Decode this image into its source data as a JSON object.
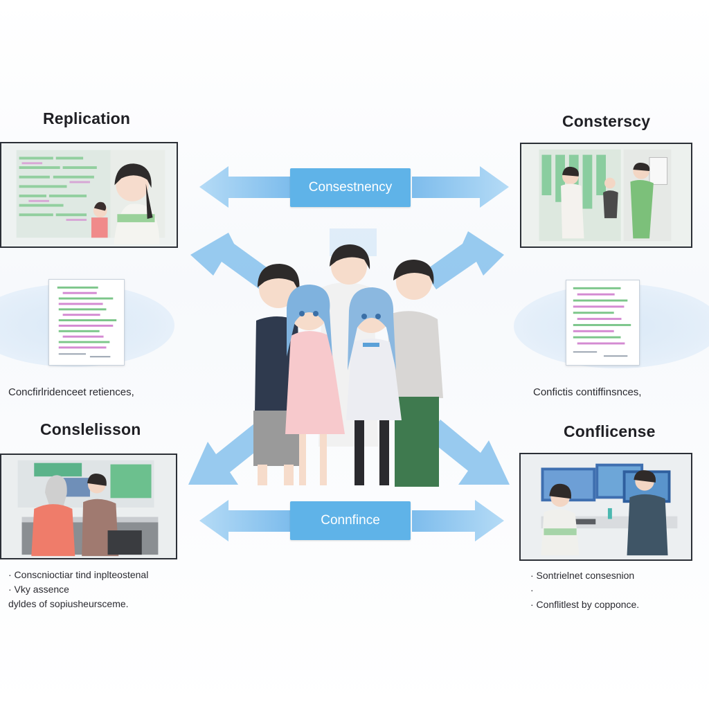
{
  "titles": {
    "top_left": "Replication",
    "top_right": "Consterscy",
    "bottom_left": "Conslelisson",
    "bottom_right": "Conflicense"
  },
  "captions": {
    "left": "Concfirlridenceet retiences,",
    "right": "Confictis contiffinsnces,"
  },
  "center_labels": {
    "top": "Consestnency",
    "bottom": "Connfince"
  },
  "bullets_left": [
    "· Conscnioctiar tind inplteostenal",
    "· Vky assence",
    "dyldes of sopiusheursceme."
  ],
  "bullets_right": [
    "· Sontrielnet consesnion",
    "·",
    "· Conflitlest by copponce."
  ],
  "colors": {
    "arrow": "#8cc4ee",
    "arrow_dark": "#6eb0e4",
    "pill": "#5fb3e8",
    "ellipse": "#dde9f6",
    "panel_border": "#2b2f36"
  }
}
